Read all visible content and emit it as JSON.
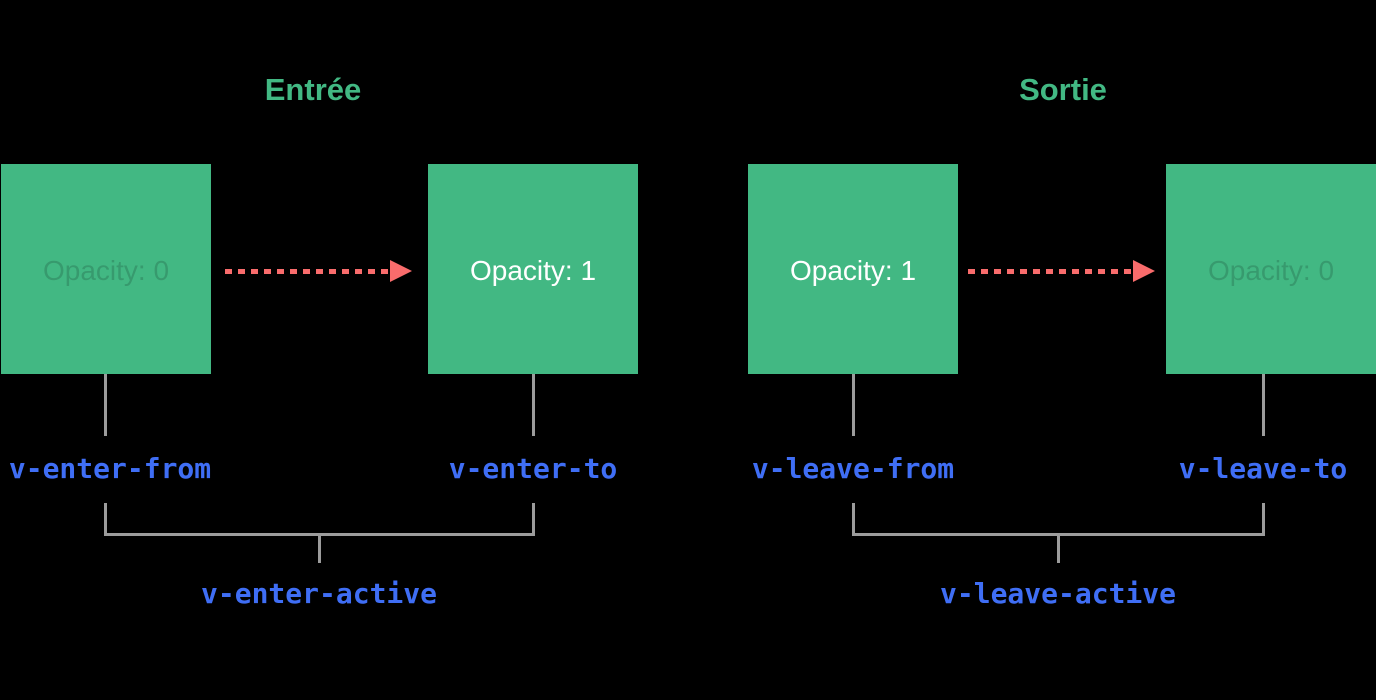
{
  "diagram": {
    "enter": {
      "title": "Entrée",
      "from_box_text": "Opacity: 0",
      "to_box_text": "Opacity: 1",
      "from_label": "v-enter-from",
      "to_label": "v-enter-to",
      "active_label": "v-enter-active"
    },
    "leave": {
      "title": "Sortie",
      "from_box_text": "Opacity: 1",
      "to_box_text": "Opacity: 0",
      "from_label": "v-leave-from",
      "to_label": "v-leave-to",
      "active_label": "v-leave-active"
    },
    "colors": {
      "background": "#000000",
      "box_green": "#42b883",
      "title_green": "#42b883",
      "label_blue": "#3f6ef5",
      "arrow_red": "#f96c6c",
      "connector_gray": "#9c9c9c",
      "box_text_bright": "#ffffff"
    }
  }
}
